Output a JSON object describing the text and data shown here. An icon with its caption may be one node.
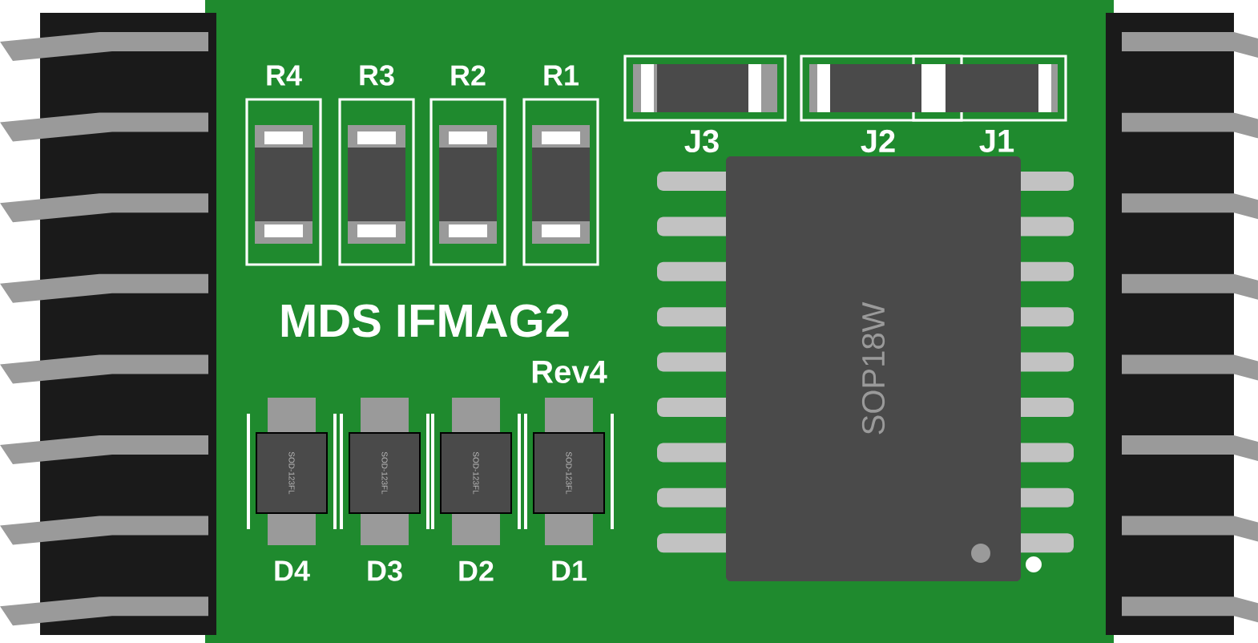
{
  "diagram": {
    "nodes": [
      {
        "text": [
          "SOP18W"
        ]
      },
      {
        "text": [
          "SOD-123FL"
        ],
        "beside": [
          "D4"
        ]
      },
      {
        "text": [
          "SOD-123FL"
        ],
        "beside": [
          "D3"
        ]
      },
      {
        "text": [
          "SOD-123FL"
        ],
        "beside": [
          "D2"
        ]
      },
      {
        "text": [
          "SOD-123FL"
        ],
        "beside": [
          "D1"
        ]
      }
    ],
    "labels": [
      "R4",
      "R3",
      "R2",
      "R1",
      "J3",
      "J2",
      "J1",
      "MDS IFMAG2",
      "Rev4"
    ]
  }
}
